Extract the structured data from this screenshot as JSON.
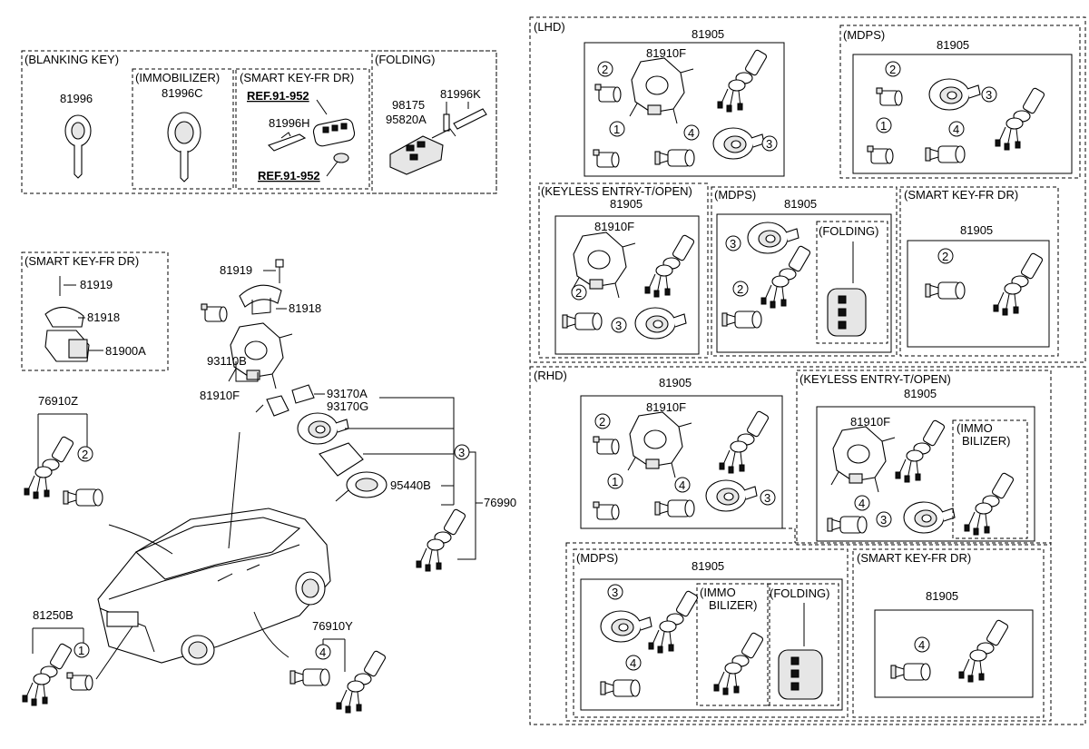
{
  "labels": {
    "blanking_key": "(BLANKING KEY)",
    "immobilizer": "(IMMOBILIZER)",
    "smart_key_fr_dr": "(SMART KEY-FR DR)",
    "folding": "(FOLDING)",
    "lhd": "(LHD)",
    "rhd": "(RHD)",
    "mdps": "(MDPS)",
    "keyless_entry": "(KEYLESS ENTRY-T/OPEN)",
    "immo_line1": "(IMMO",
    "immo_line2": "BILIZER)"
  },
  "refs": {
    "ref1": "REF.91-952",
    "ref2": "REF.91-952"
  },
  "parts": {
    "p81996": "81996",
    "p81996C": "81996C",
    "p81996H": "81996H",
    "p98175": "98175",
    "p81996K": "81996K",
    "p95820A": "95820A",
    "p81919": "81919",
    "p81918": "81918",
    "p81900A": "81900A",
    "p93110B": "93110B",
    "p81910F": "81910F",
    "p93170A": "93170A",
    "p93170G": "93170G",
    "p95440B": "95440B",
    "p76990": "76990",
    "p76910Z": "76910Z",
    "p76910Y": "76910Y",
    "p81250B": "81250B",
    "p81905": "81905"
  },
  "callouts": {
    "c1": "1",
    "c2": "2",
    "c3": "3",
    "c4": "4"
  }
}
